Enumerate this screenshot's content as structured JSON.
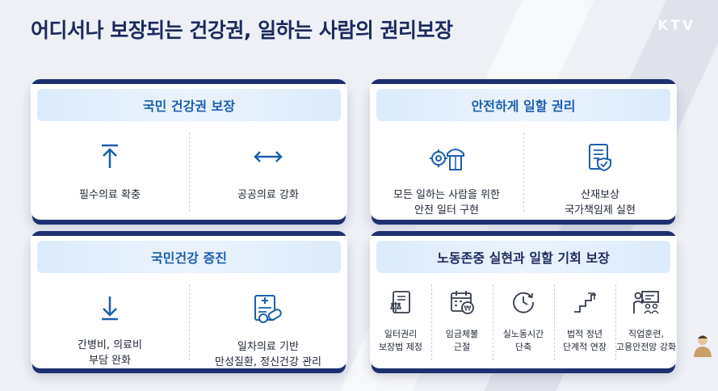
{
  "title": "어디서나 보장되는 건강권, 일하는 사람의 권리보장",
  "watermark": "KTV",
  "cards": {
    "health": {
      "title": "국민 건강권 보장",
      "items": [
        {
          "label": "필수의료 확충",
          "icon": "arrow-up-icon"
        },
        {
          "label": "공공의료 강화",
          "icon": "arrow-left-right-icon"
        }
      ]
    },
    "safety": {
      "title": "안전하게 일할 권리",
      "items": [
        {
          "label": "모든 일하는 사람을 위한\n안전 일터 구현",
          "icon": "safety-gear-icon"
        },
        {
          "label": "산재보상\n국가책임제 실현",
          "icon": "document-shield-icon"
        }
      ]
    },
    "promotion": {
      "title": "국민건강 증진",
      "items": [
        {
          "label": "간병비, 의료비\n부담 완화",
          "icon": "arrow-down-icon"
        },
        {
          "label": "일차의료 기반\n만성질환, 정신건강 관리",
          "icon": "medical-chart-icon"
        }
      ]
    },
    "labor": {
      "title": "노동존중 실현과 일할 기회 보장",
      "items": [
        {
          "label": "일터권리\n보장법 제정",
          "icon": "law-document-icon"
        },
        {
          "label": "임금체불\n근절",
          "icon": "calendar-won-icon"
        },
        {
          "label": "실노동시간\n단축",
          "icon": "clock-icon"
        },
        {
          "label": "법적 정년\n단계적 연장",
          "icon": "stairs-icon"
        },
        {
          "label": "직업훈련,\n고용안전망 강화",
          "icon": "training-icon"
        }
      ]
    }
  },
  "colors": {
    "navy": "#1d3070",
    "accent_blue": "#1a5fb0",
    "header_bg": "#dcebfa"
  }
}
